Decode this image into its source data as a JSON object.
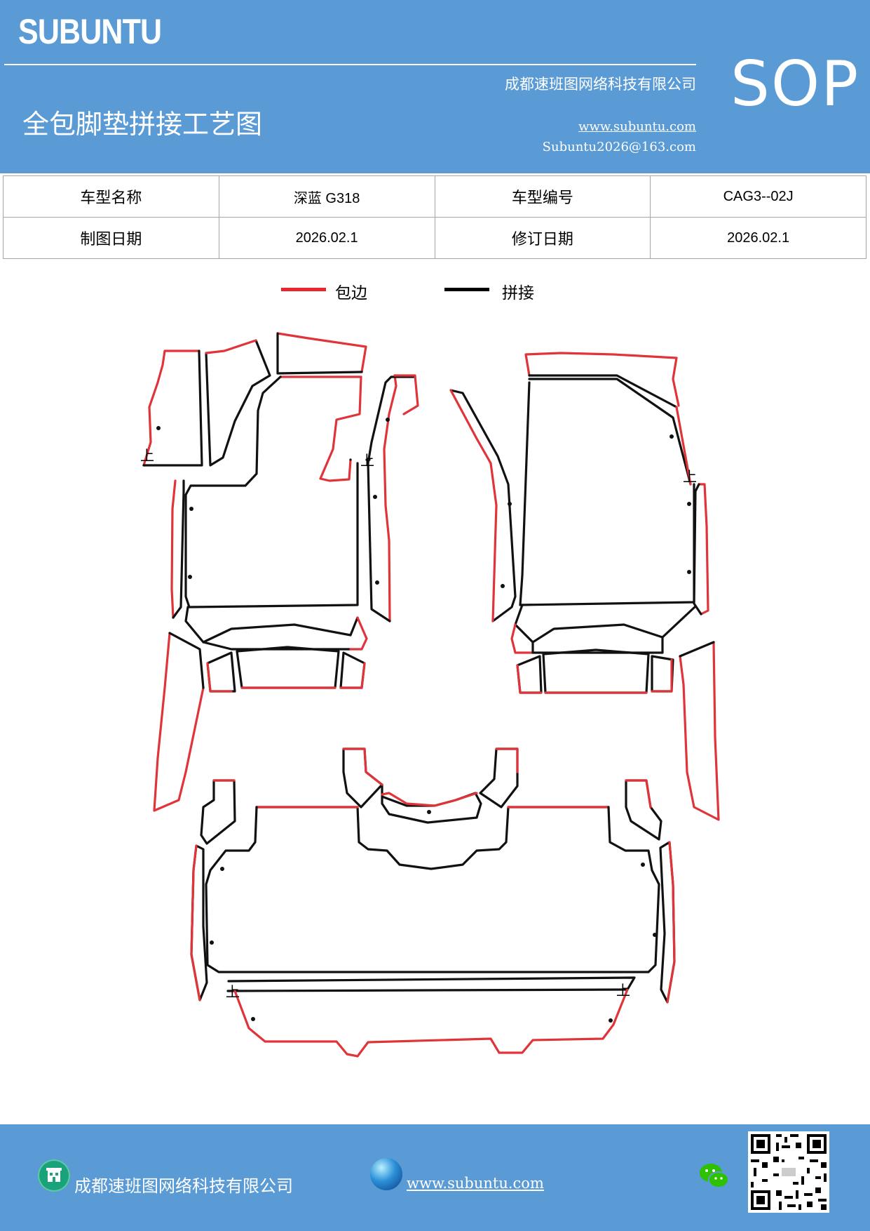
{
  "header": {
    "brand": "SUBUNTU",
    "sop": "SOP",
    "title": "全包脚垫拼接工艺图",
    "company": "成都速班图网络科技有限公司",
    "website": "www.subuntu.com",
    "email": "Subuntu2026@163.com"
  },
  "info_table": {
    "model_name_label": "车型名称",
    "model_name_value": "深蓝 G318",
    "model_code_label": "车型编号",
    "model_code_value": "CAG3--02J",
    "drawing_date_label": "制图日期",
    "drawing_date_value": "2026.02.1",
    "revision_date_label": "修订日期",
    "revision_date_value": "2026.02.1"
  },
  "legend": {
    "edge_label": "包边",
    "splice_label": "拼接",
    "edge_color": "#e8262b",
    "splice_color": "#000000"
  },
  "diagram": {
    "up_mark": "上",
    "edge_color": "#e0343a",
    "seam_color": "#111111"
  },
  "footer": {
    "company": "成都速班图网络科技有限公司",
    "website": "www.subuntu.com",
    "building_icon": "building-icon",
    "globe_icon": "globe-icon",
    "wechat_icon": "wechat-icon",
    "qr_icon": "qr-code"
  }
}
